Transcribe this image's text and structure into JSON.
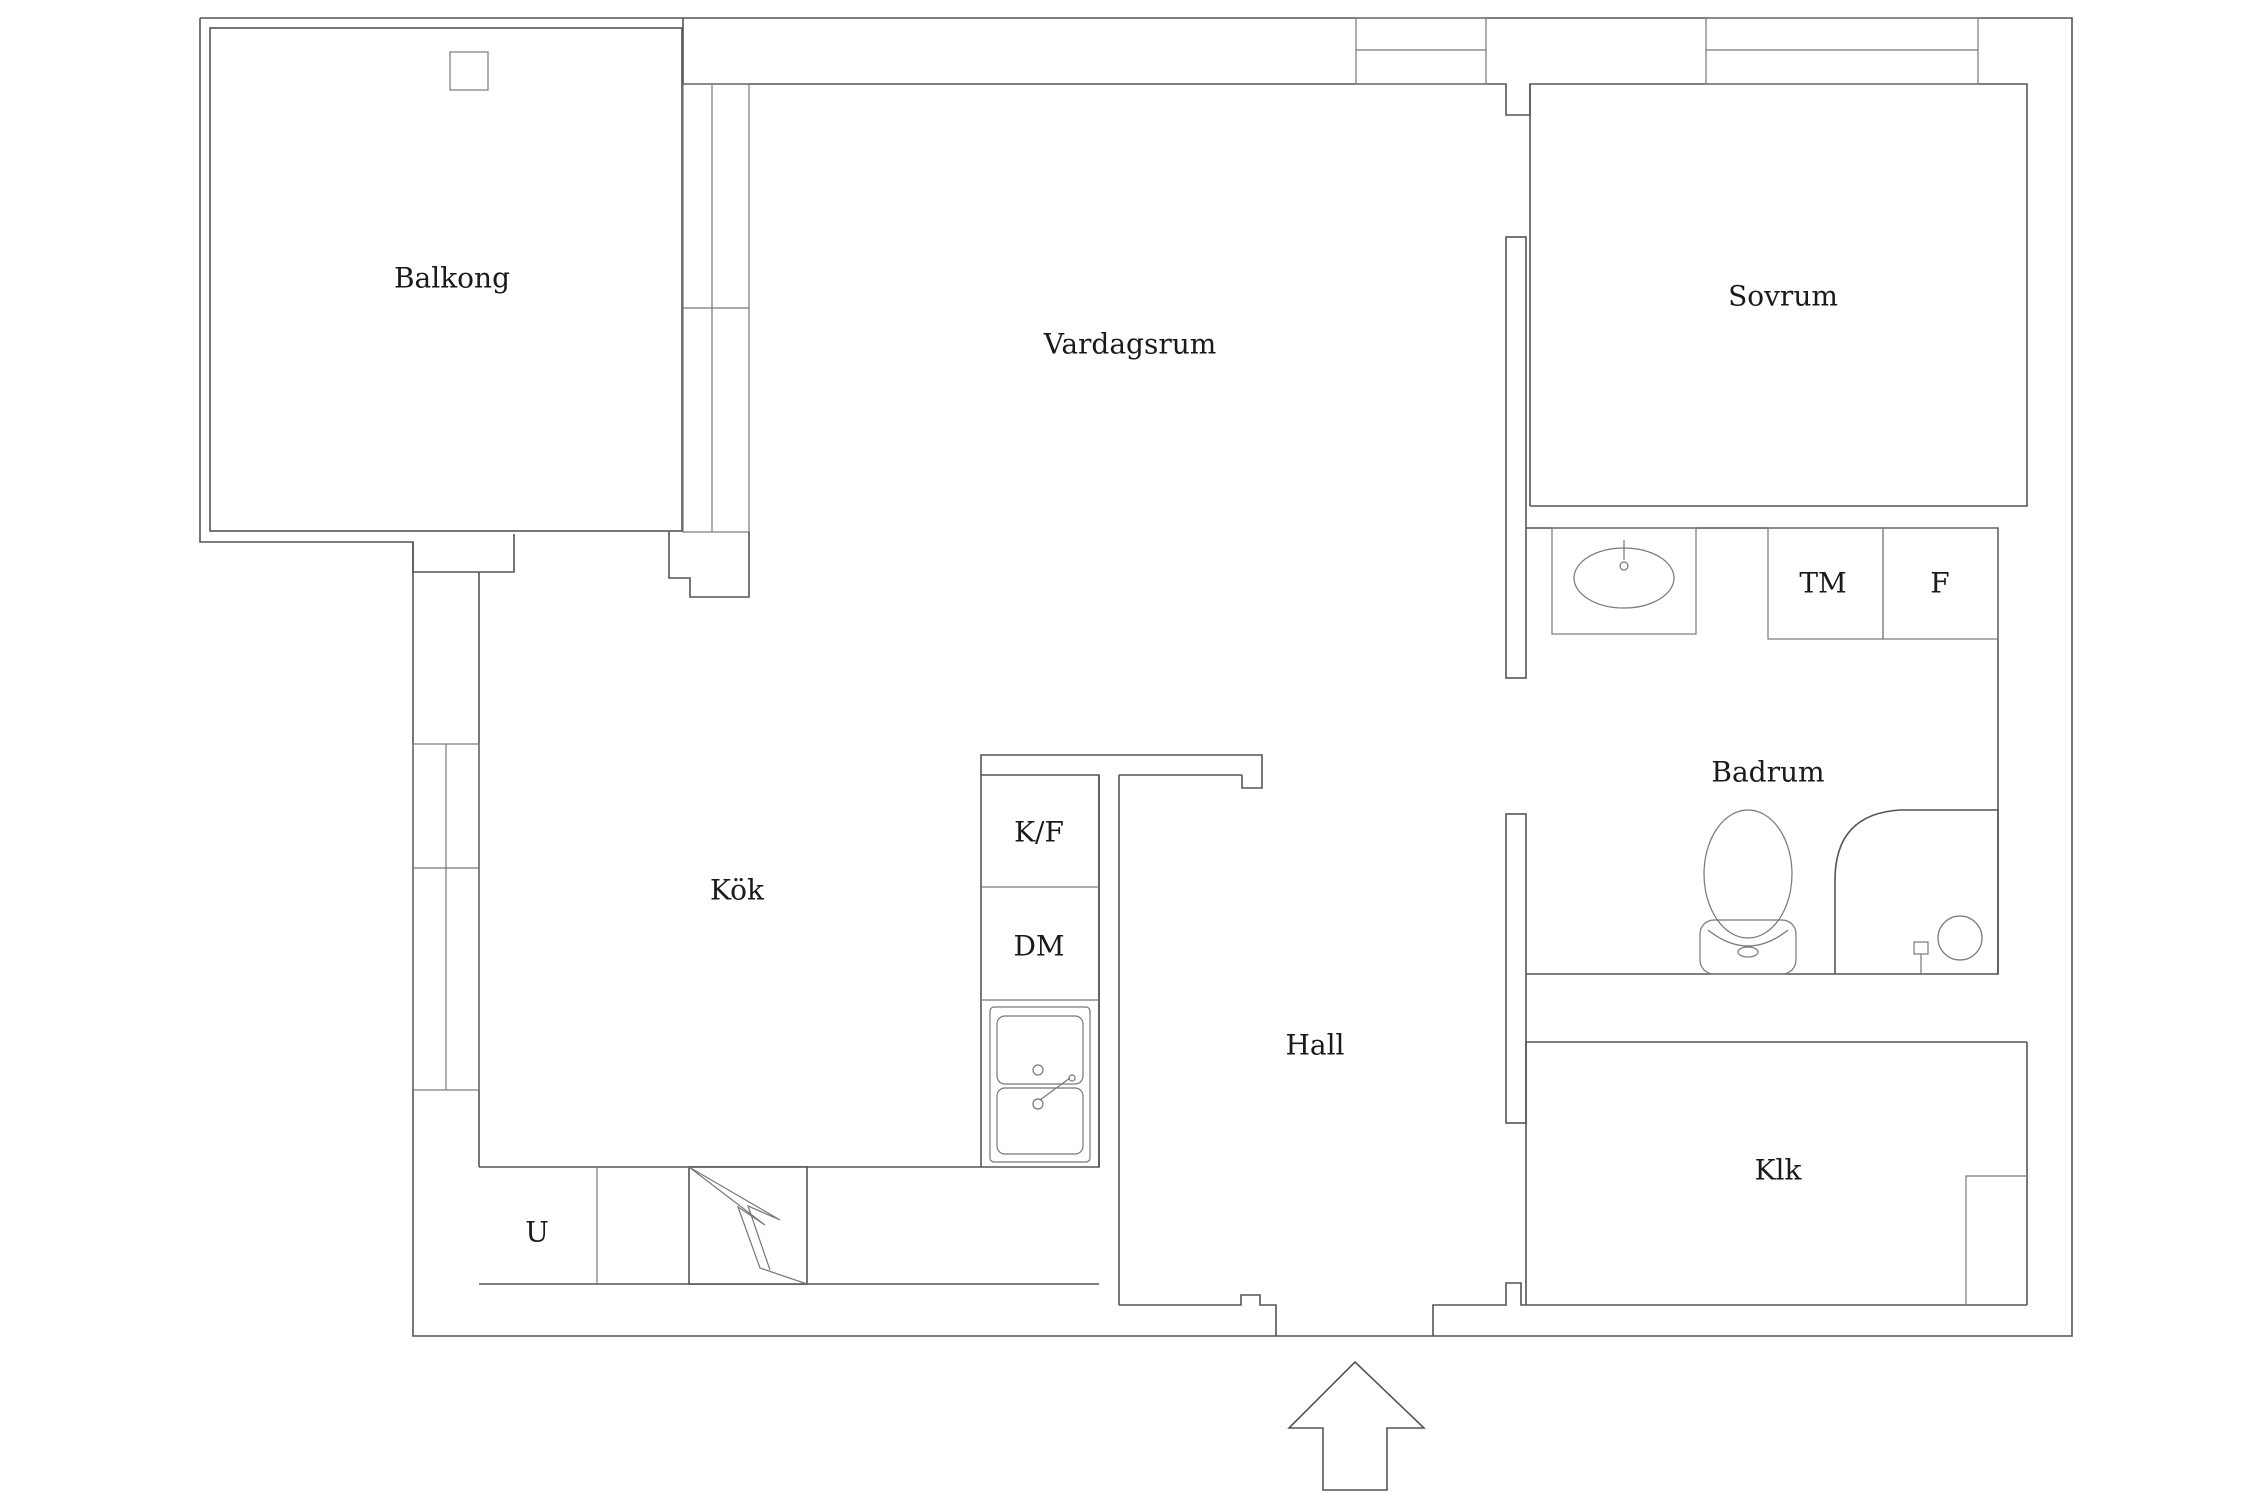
{
  "rooms": {
    "balkong": "Balkong",
    "vardagsrum": "Vardagsrum",
    "sovrum": "Sovrum",
    "badrum": "Badrum",
    "kok": "Kök",
    "hall": "Hall",
    "klk": "Klk"
  },
  "fixtures": {
    "tm": "TM",
    "f": "F",
    "kf": "K/F",
    "dm": "DM",
    "u": "U"
  }
}
